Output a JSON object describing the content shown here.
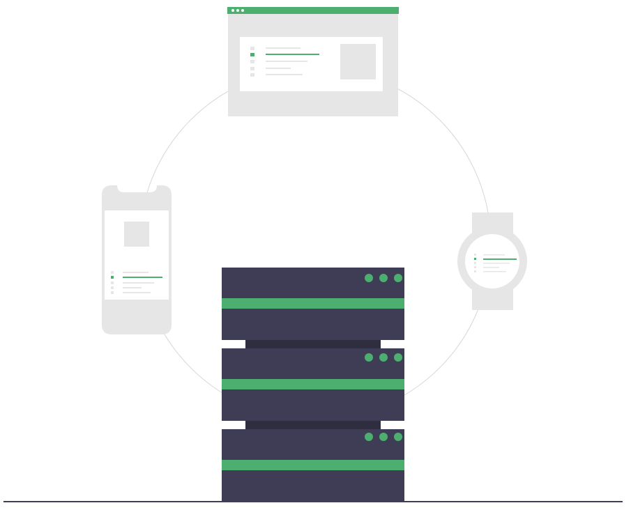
{
  "illustration": {
    "theme": "server syncing to browser, phone and smartwatch",
    "colors": {
      "accent": "#4cae6f",
      "server": "#3f3d56",
      "server_shadow": "#2f2e41",
      "device": "#e6e6e6",
      "screen": "#ffffff",
      "orbit": "#d6d6d6",
      "ground": "#3f3d56"
    },
    "server_units": 3,
    "server_leds_per_unit": 3,
    "browser_dots": 3,
    "browser_list_rows": 5,
    "phone_list_rows": 5,
    "watch_list_rows": 5,
    "selected_row_index": 1
  }
}
